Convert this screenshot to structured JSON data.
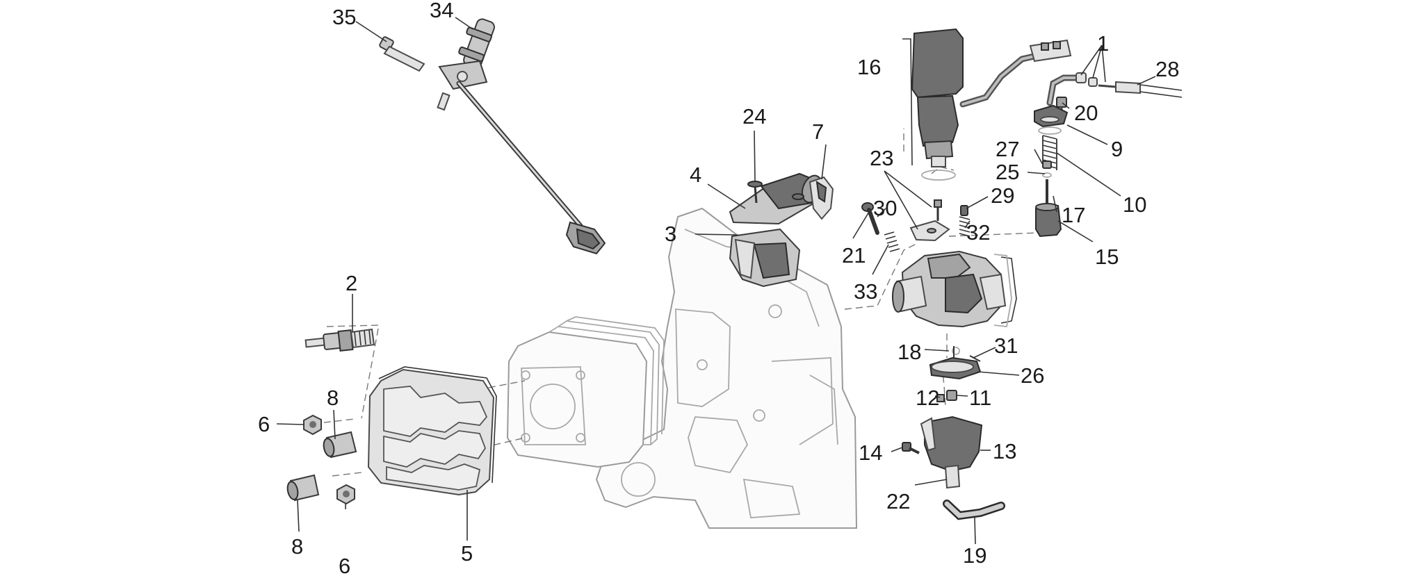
{
  "callouts": {
    "c1": "1",
    "c2": "2",
    "c3": "3",
    "c4": "4",
    "c5": "5",
    "c6a": "6",
    "c6b": "6",
    "c7": "7",
    "c8a": "8",
    "c8b": "8",
    "c9": "9",
    "c10": "10",
    "c11": "11",
    "c12": "12",
    "c13": "13",
    "c14": "14",
    "c15": "15",
    "c16": "16",
    "c17": "17",
    "c18": "18",
    "c19": "19",
    "c20": "20",
    "c21": "21",
    "c22": "22",
    "c23": "23",
    "c24": "24",
    "c25": "25",
    "c26": "26",
    "c27": "27",
    "c28": "28",
    "c29": "29",
    "c30": "30",
    "c31": "31",
    "c32": "32",
    "c33": "33",
    "c34": "34",
    "c35": "35"
  },
  "colors": {
    "part_fill": "#c9c9c9",
    "part_dark": "#6f6f6f",
    "outline": "#3a3a3a",
    "ghost_outline": "#9a9a9a",
    "label_text": "#1a1a1a"
  }
}
